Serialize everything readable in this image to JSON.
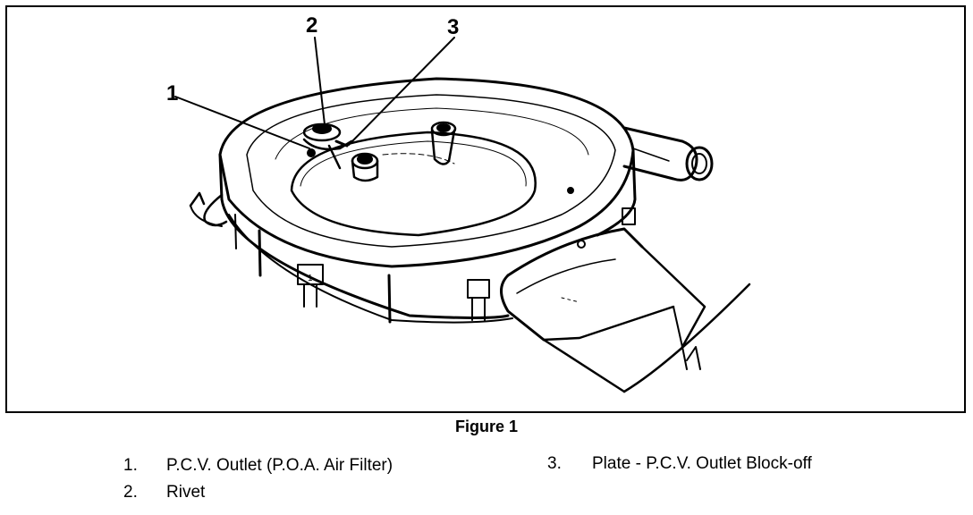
{
  "figure": {
    "caption": "Figure 1",
    "callouts": [
      {
        "number": "1",
        "label": "P.C.V. Outlet (P.O.A. Air Filter)"
      },
      {
        "number": "2",
        "label": "Rivet"
      },
      {
        "number": "3",
        "label": "Plate - P.C.V. Outlet Block-off"
      }
    ]
  },
  "legend": [
    {
      "number": "1.",
      "text": "P.C.V. Outlet (P.O.A. Air Filter)"
    },
    {
      "number": "2.",
      "text": "Rivet"
    },
    {
      "number": "3.",
      "text": "Plate - P.C.V. Outlet Block-off"
    }
  ],
  "colors": {
    "ink": "#000000",
    "paper": "#ffffff"
  }
}
